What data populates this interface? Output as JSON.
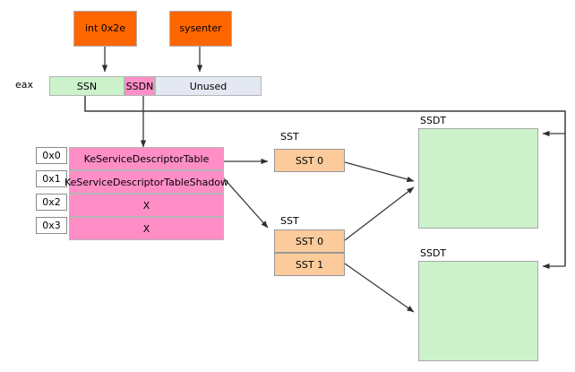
{
  "diagram": {
    "title": "Windows system call dispatch (SSDT) diagram",
    "colors": {
      "trigger": "#ff6600",
      "register_ssn": "#ccf2cc",
      "register_ssdn": "#ff8ec7",
      "register_unused": "#e4e8f2",
      "descriptor_table": "#ff8ec7",
      "sst": "#fbcb9b",
      "ssdt": "#ccf2cc",
      "wire": "#3a3a3a"
    }
  },
  "triggers": [
    {
      "label": "int 0x2e"
    },
    {
      "label": "sysenter"
    }
  ],
  "register": {
    "name": "eax",
    "segments": [
      {
        "key": "ssn",
        "label": "SSN"
      },
      {
        "key": "ssdn",
        "label": "SSDN"
      },
      {
        "key": "unused",
        "label": "Unused"
      }
    ]
  },
  "descriptor_table": {
    "indices": [
      "0x0",
      "0x1",
      "0x2",
      "0x3"
    ],
    "rows": [
      {
        "label": "KeServiceDescriptorTable"
      },
      {
        "label": "KeServiceDescriptorTableShadow"
      },
      {
        "label": "X"
      },
      {
        "label": "X"
      }
    ]
  },
  "sst_tables": [
    {
      "caption": "SST",
      "entries": [
        {
          "label": "SST 0"
        }
      ]
    },
    {
      "caption": "SST",
      "entries": [
        {
          "label": "SST 0"
        },
        {
          "label": "SST 1"
        }
      ]
    }
  ],
  "ssdt_tables": [
    {
      "caption": "SSDT"
    },
    {
      "caption": "SSDT"
    }
  ]
}
